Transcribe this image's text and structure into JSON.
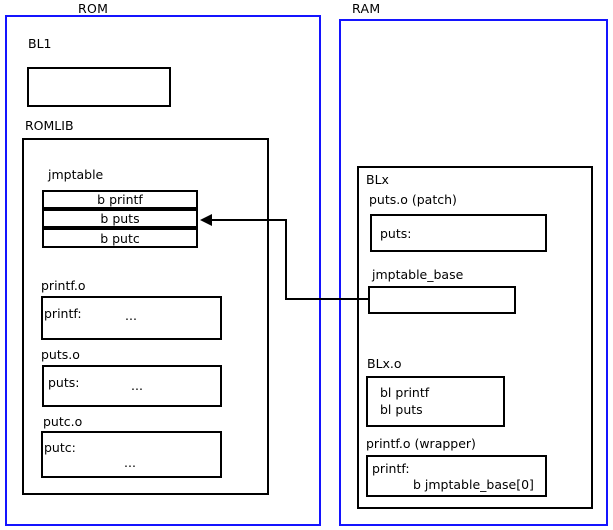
{
  "diagram": {
    "regions": [
      {
        "id": "rom",
        "label": "ROM"
      },
      {
        "id": "ram",
        "label": "RAM"
      }
    ],
    "rom": {
      "bl1": {
        "label": "BL1"
      },
      "romlib": {
        "label": "ROMLIB",
        "jmptable": {
          "label": "jmptable",
          "entries": [
            "b printf",
            "b puts",
            "b putc"
          ]
        },
        "objects": [
          {
            "label": "printf.o",
            "symbol": "printf:",
            "body": "..."
          },
          {
            "label": "puts.o",
            "symbol": "puts:",
            "body": "..."
          },
          {
            "label": "putc.o",
            "symbol": "putc:",
            "body": "..."
          }
        ]
      }
    },
    "ram": {
      "blx": {
        "label": "BLx",
        "puts_patch": {
          "label": "puts.o (patch)",
          "symbol": "puts:"
        },
        "jmptable_base": {
          "label": "jmptable_base"
        },
        "blx_o": {
          "label": "BLx.o",
          "line1": "bl printf",
          "line2": "bl puts"
        },
        "printf_wrapper": {
          "label": "printf.o (wrapper)",
          "symbol": "printf:",
          "instruction": "b jmptable_base[0]"
        }
      }
    },
    "connector": {
      "name": "jmptable-base-to-b-puts",
      "description": "jmptable_base points to the b puts entry of jmptable"
    },
    "colors": {
      "region_border": "#1414ff",
      "box_border": "#000000",
      "text": "#000000",
      "background": "#ffffff"
    }
  }
}
